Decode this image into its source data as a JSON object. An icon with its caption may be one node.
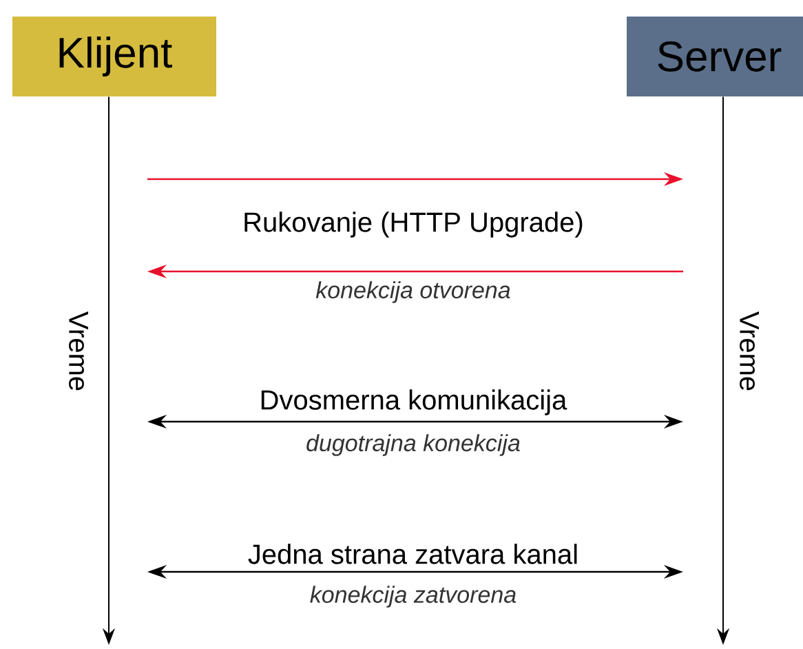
{
  "diagram": {
    "nodes": [
      {
        "text": [
          "Klijent"
        ]
      },
      {
        "text": [
          "Server"
        ]
      }
    ],
    "edges": [
      {
        "from": 0,
        "to": null,
        "arrow": "to"
      },
      {
        "from": 1,
        "to": null,
        "arrow": "to"
      }
    ],
    "labels": [
      "Rukovanje (HTTP Upgrade)",
      "Vreme",
      "konekcija otvorena",
      "Vreme",
      "Dvosmerna komunikacija",
      "dugotrajna konekcija",
      "Jedna strana zatvara kanal",
      "konekcija zatvorena"
    ]
  }
}
